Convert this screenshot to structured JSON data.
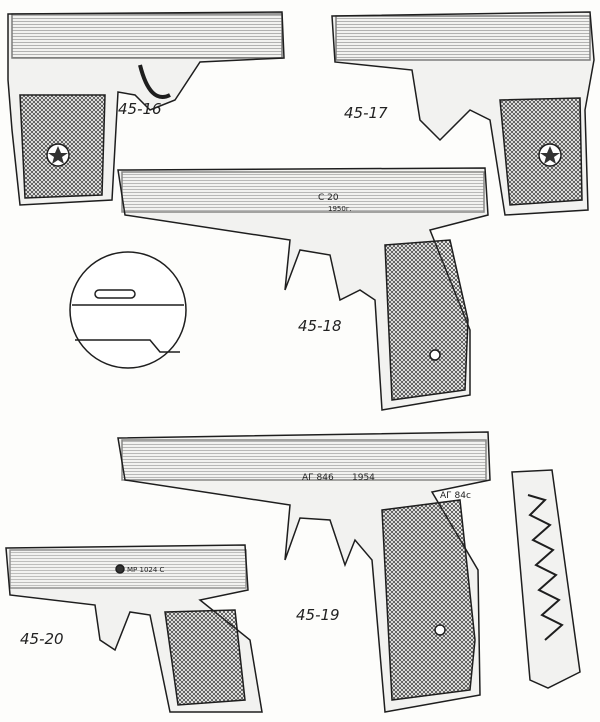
{
  "figures": [
    {
      "id": "45-16",
      "label": "45-16"
    },
    {
      "id": "45-17",
      "label": "45-17"
    },
    {
      "id": "45-18",
      "label": "45-18",
      "markings": [
        "C 20",
        "1950г."
      ]
    },
    {
      "id": "45-19",
      "label": "45-19",
      "markings": [
        "АГ 846",
        "1954",
        "АГ 84с"
      ]
    },
    {
      "id": "45-20",
      "label": "45-20",
      "markings": [
        "МР 1024 С"
      ]
    }
  ],
  "colors": {
    "ink": "#1e1e1e",
    "paper": "#fdfdfb",
    "shade": "#6a6a6a"
  }
}
